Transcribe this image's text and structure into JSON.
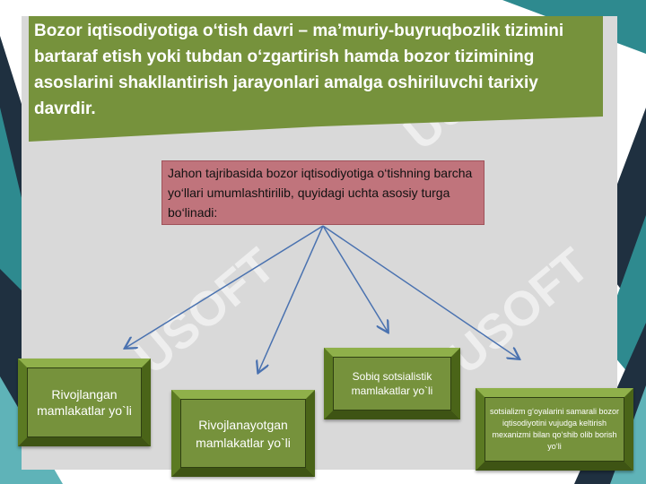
{
  "title": "Bozor iqtisodiyotiga o‘tish davri – ma’muriy-buyruqbozlik tizimini bartaraf etish yoki tubdan o‘zgartirish hamda bozor tizimining asoslarini shakllantirish jarayonlari amalga oshiriluvchi tarixiy davrdir.",
  "intro": "Jahon tajribasida bozor iqtisodiyotiga o‘tishning barcha yo‘llari umumlashtirilib, quyidagi uchta asosiy turga bo‘linadi:",
  "paths": [
    "Rivojlangan mamlakatlar yo`li",
    "Rivojlanayotgan mamlakatlar yo`li",
    "Sobiq sotsialistik mamlakatlar yo`li",
    "sotsializm g‘oyalarini samarali bozor iqtisodiyotini vujudga keltirish mexanizmi bilan qo‘shib olib borish yo‘li"
  ],
  "watermark": "USOFT",
  "colors": {
    "banner": "#76923c",
    "box_face": "#76923c",
    "info_box": "#c0747c",
    "panel": "#d9d9d9",
    "arrow": "#4a72b0",
    "deco_dark": "#1f3040",
    "deco_teal": "#2e8a8f"
  }
}
